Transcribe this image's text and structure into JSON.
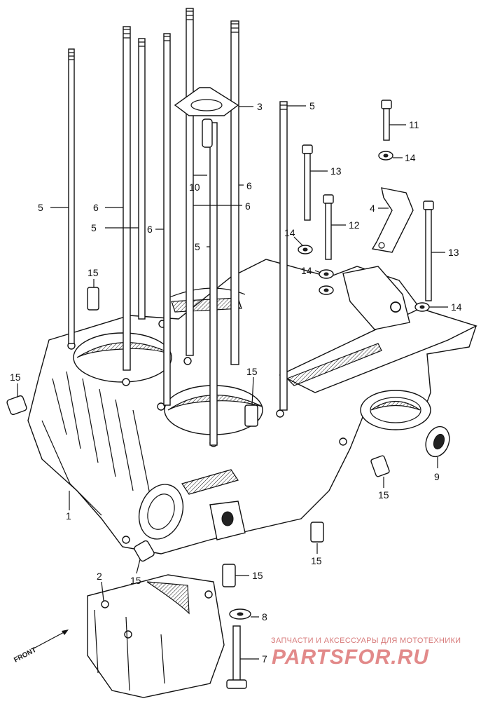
{
  "callouts": {
    "c5a": "5",
    "c6a": "6",
    "c5b": "5",
    "c6b": "6",
    "c3": "3",
    "c5c": "5",
    "c10": "10",
    "c6c": "6",
    "c6d": "6",
    "c5d": "5",
    "c11": "11",
    "c14a": "14",
    "c13a": "13",
    "c4": "4",
    "c12": "12",
    "c14b": "14",
    "c14c": "14",
    "c13b": "13",
    "c14d": "14",
    "c15a": "15",
    "c15b": "15",
    "c15c": "15",
    "c15d": "15",
    "c15e": "15",
    "c15f": "15",
    "c15g": "15",
    "c9": "9",
    "c1": "1",
    "c2": "2",
    "c8": "8",
    "c7": "7"
  },
  "front_label": "FRONT",
  "watermark": {
    "small": "ЗАПЧАСТИ И АКСЕССУАРЫ ДЛЯ МОТОТЕХНИКИ",
    "big": "PARTSFOR.RU"
  }
}
